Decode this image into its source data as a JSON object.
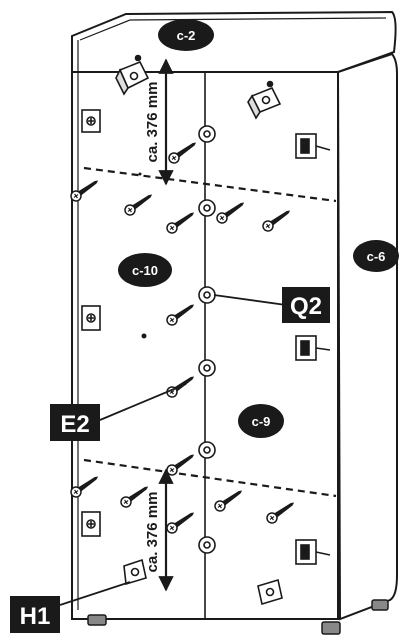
{
  "callouts": {
    "c2": "c-2",
    "c6": "c-6",
    "c9": "c-9",
    "c10": "c-10"
  },
  "labels": {
    "q2": "Q2",
    "e2": "E2",
    "h1": "H1"
  },
  "dimensions": {
    "top": "ca. 376 mm",
    "bottom": "ca. 376 mm"
  },
  "colors": {
    "line": "#1a1a1a",
    "fill": "#ffffff",
    "label_bg": "#1a1a1a",
    "label_text": "#ffffff"
  }
}
